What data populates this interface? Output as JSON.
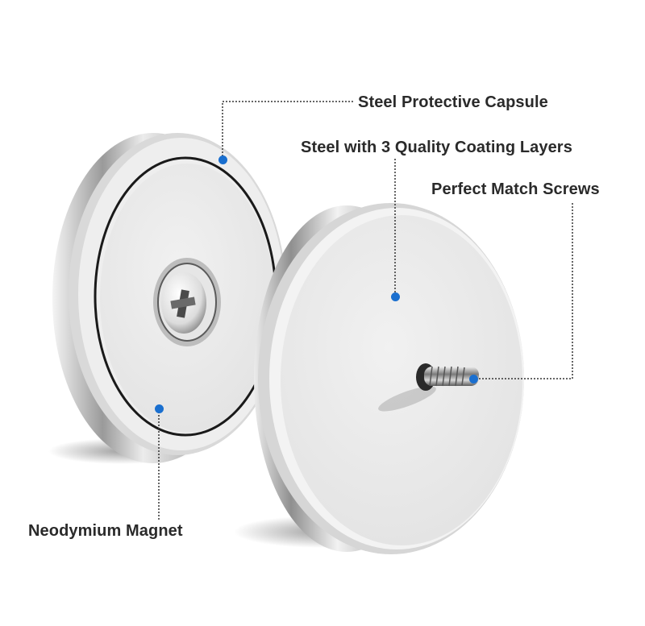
{
  "image": {
    "subject": "two round neodymium pot magnets with screws",
    "background": "#ffffff",
    "accent_dot_color": "#1a6fcf",
    "leader_line_color": "#333333"
  },
  "callouts": [
    {
      "id": "capsule",
      "label": "Steel Protective Capsule"
    },
    {
      "id": "coating",
      "label": "Steel with 3 Quality Coating Layers"
    },
    {
      "id": "screws",
      "label": "Perfect Match Screws"
    },
    {
      "id": "magnet",
      "label": "Neodymium Magnet"
    }
  ]
}
